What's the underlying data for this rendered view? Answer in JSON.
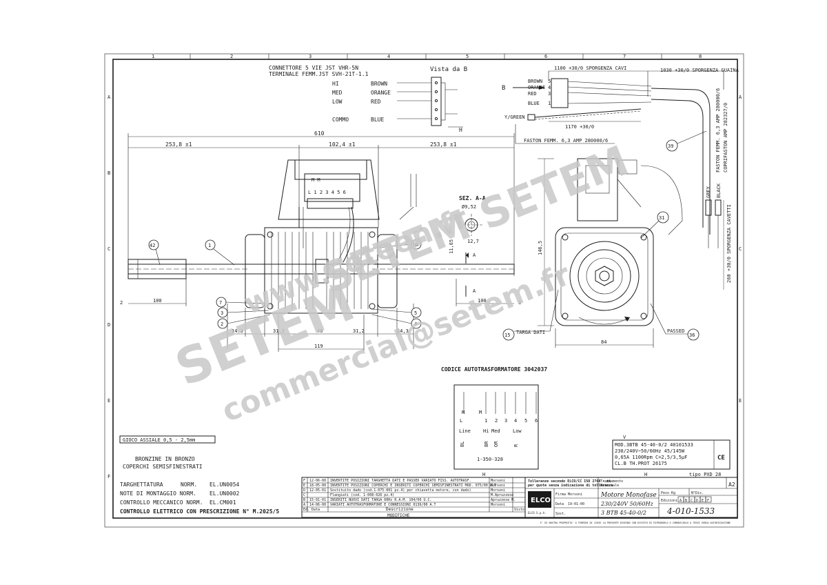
{
  "connector": {
    "line1": "CONNETTORE 5 VIE JST VHR-5N",
    "line2": "TERMINALE FEMM.JST SVH-21T-1.1",
    "view": "Vista da B",
    "wires": [
      {
        "code": "HI",
        "color": "BROWN"
      },
      {
        "code": "MED",
        "color": "ORANGE"
      },
      {
        "code": "LOW",
        "color": "RED"
      },
      {
        "code": "COMMO",
        "color": "BLUE"
      }
    ],
    "h_mark": "H"
  },
  "cables": {
    "sporgenza_cavi": "1100 +30/0 SPORGENZA CAVI",
    "sporgenza_guaina": "1030 +30/0 SPORGENZA GUAINA",
    "b_label": "B",
    "wire_labels": [
      "BROWN",
      "ORANGE",
      "RED",
      "BLUE"
    ],
    "wire_numbers": [
      "5",
      "4",
      "3",
      "1"
    ],
    "yg": "Y/GREEN",
    "len_1170": "1170 +30/0",
    "faston": "FASTON FEMM. 6,3 AMP 280000/6",
    "faston_right1": "FASTON FEMM. 6,3 AMP 280000/6",
    "faston_right2": "COPRIFASTON AMP 282327/0",
    "grey": "GREY",
    "black": "BLACK",
    "sporgenza_cavetti": "260 +30/0 SPORGENZA CAVETTI"
  },
  "dims": {
    "d610": "610",
    "d253a": "253,8 ±1",
    "d102": "102,4 ±1",
    "d253b": "253,8 ±1",
    "d100a": "100",
    "d100b": "100",
    "d2a": "2",
    "d2b": "2",
    "d14a": "14,3",
    "d31a": "31,2",
    "d40": "40",
    "d31b": "31,2",
    "d14b": "14,3",
    "d119": "119",
    "d146": "146,5",
    "d84": "84",
    "d11": "11,65",
    "d12": "12,7",
    "d9": "Ø9,52"
  },
  "section": {
    "title": "SEZ. A-A",
    "a_mark": "A"
  },
  "callouts": [
    "42",
    "1",
    "16",
    "7",
    "3",
    "2",
    "5",
    "4",
    "15",
    "31",
    "36",
    "39"
  ],
  "labels": {
    "targa_dati": "TARGA DATI",
    "passed": "PASSED",
    "mm": "M M",
    "terminal_row": "L 1 2 3 4 5 6"
  },
  "transformer": {
    "title": "CODICE AUTOTRASFORMATORE 3042037",
    "m_labels": [
      "M",
      "M"
    ],
    "pins": [
      "L",
      "1",
      "2",
      "3",
      "4",
      "5",
      "6"
    ],
    "functions": [
      "Line",
      "Hi",
      "Med",
      "Low"
    ],
    "colors": [
      "BL",
      "BR",
      "OR",
      "R"
    ],
    "code": "1-350-328",
    "h_mark": "H"
  },
  "nameplate": {
    "v_mark": "V",
    "lines": [
      "MOD.3BTB 45-40-0/2   40101533",
      "230/240V~50/60Hz 45/145W",
      "0,65A 1100Rpm C=2,5/3,5µF",
      "CL.B    TH.PROT   26175"
    ],
    "h_mark": "H",
    "tipo": "tipo PXD 28"
  },
  "notes": {
    "gioco": "GIOCO ASSIALE  0,5 - 2,5mm",
    "bronzine1": "BRONZINE IN BRONZO",
    "bronzine2": "COPERCHI SEMISFINESTRATI",
    "targhettatura": "TARGHETTATURA",
    "targhettatura_norm": "NORM.",
    "targhettatura_val": "EL.UN0054",
    "montaggio": "NOTE DI MONTAGGIO NORM.",
    "montaggio_val": "EL.UN0002",
    "meccanico": "CONTROLLO MECCANICO NORM.",
    "meccanico_val": "EL.CM001",
    "elettrico": "CONTROLLO ELETTRICO CON PRESCRIZIONE N° M.2025/5"
  },
  "revisions": [
    {
      "ed": "F",
      "date": "12-06-00",
      "text": "INVERTITE POSIZIONI TARGHETTA DATI E PASSED VARIATO FISS. AUTOTRASF.",
      "who": "Morsoni"
    },
    {
      "ed": "E",
      "date": "18-05-00",
      "text": "INVERTITE POSIZIONI COPERCHI E INSERITI COPERCHI SEMISFINESTRATI   MOD. 075/00 A.T",
      "who": "Morsoni"
    },
    {
      "ed": "D",
      "date": "12-05-01",
      "text": "Sostituito dado (cod.1-075-001 pz.4) per chiavetta motore, con dado)",
      "who": "Morsoni"
    },
    {
      "ed": "C",
      "date": "",
      "text": "Flangiati (cod. 1-008-026 pz.4)",
      "who": "M.Apruzzese"
    },
    {
      "ed": "B",
      "date": "15-01-01",
      "text": "INSERITI NUOVI DATI TARGA 60Hz R.A.M. 104/00 U.C.",
      "who": "Apruzzese M."
    },
    {
      "ed": "A",
      "date": "14-06-00",
      "text": "VARIATI AUTOTRASFORMATORE E CONNESSIONI   0136/00 A.T",
      "who": "Morsoni"
    }
  ],
  "revision_headers": {
    "ed": "Ed.",
    "data": "Data",
    "descr": "Descrizione",
    "visto": "Visto",
    "modifiche": "MODIFICHE"
  },
  "titleblock": {
    "tolleranze1": "Tolleranze secondo ELCO/CC ISO 2768 - mk",
    "tolleranze2": "per quote senza indicazione di tolleranza",
    "trattamento": "Trattamento",
    "materiale": "Materiale",
    "logo": "ELCO",
    "logo_sub": "ELCO S.p.A.",
    "firma_label": "Firma",
    "firma": "Morsoni",
    "data_label": "Data",
    "data": "19-01-00",
    "sost_label": "Sost.",
    "title": "Motore Monofase",
    "subtitle": "230/240V 50/60Hz",
    "model": "3 BTB 45-40-0/2",
    "peso_label": "Peso Kg",
    "n_label": "N°Dis.",
    "edizioni_label": "Edizioni",
    "edizioni": [
      "A",
      "B",
      "C",
      "D",
      "E",
      "F"
    ],
    "drawing_no": "4-010-1533",
    "format": "A2",
    "footer": "E' DI NOSTRA PROPRIETA' A TERMINI DI LEGGE LA PRESENTE DISEGNO CON DIVIETO DI RIPRODURLO O COMUNICARLO A TERZI SENZA AUTORIZZAZIONE"
  },
  "grid": {
    "top": [
      "1",
      "2",
      "3",
      "4",
      "5",
      "6",
      "7",
      "8"
    ],
    "side": [
      "A",
      "B",
      "C",
      "D",
      "E",
      "F"
    ]
  },
  "watermark": {
    "brand": "SETEM",
    "brand2": "SETEM SETEM",
    "email": "commercial@setem.fr",
    "url": "www.seteen.fr"
  }
}
